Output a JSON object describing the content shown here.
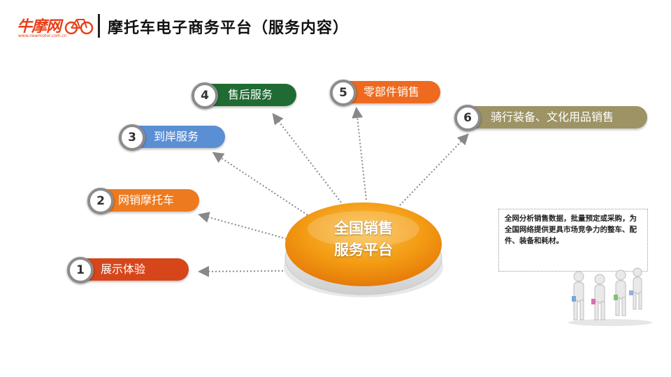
{
  "header": {
    "logo_text": "牛摩网",
    "logo_sub": "www.newmotor.com.cn",
    "title": "摩托车电子商务平台（服务内容）"
  },
  "center": {
    "line1": "全国销售",
    "line2": "服务平台"
  },
  "items": [
    {
      "number": "1",
      "label": "展示体验",
      "color": "#d6461a"
    },
    {
      "number": "2",
      "label": "网销摩托车",
      "color": "#ee7a1f"
    },
    {
      "number": "3",
      "label": "到岸服务",
      "color": "#5b8fd4"
    },
    {
      "number": "4",
      "label": "售后服务",
      "color": "#1f6b33"
    },
    {
      "number": "5",
      "label": "零部件销售",
      "color": "#ee6a1f"
    },
    {
      "number": "6",
      "label": "骑行装备、文化用品销售",
      "color": "#9d9364"
    }
  ],
  "callout": {
    "text": "全网分析销售数据，批量预定或采购，为全国网络提供更具市场竞争力的整车、配件、装备和耗材。"
  },
  "colors": {
    "orange_accent": "#f39a12",
    "logo_red": "#e8401a"
  }
}
